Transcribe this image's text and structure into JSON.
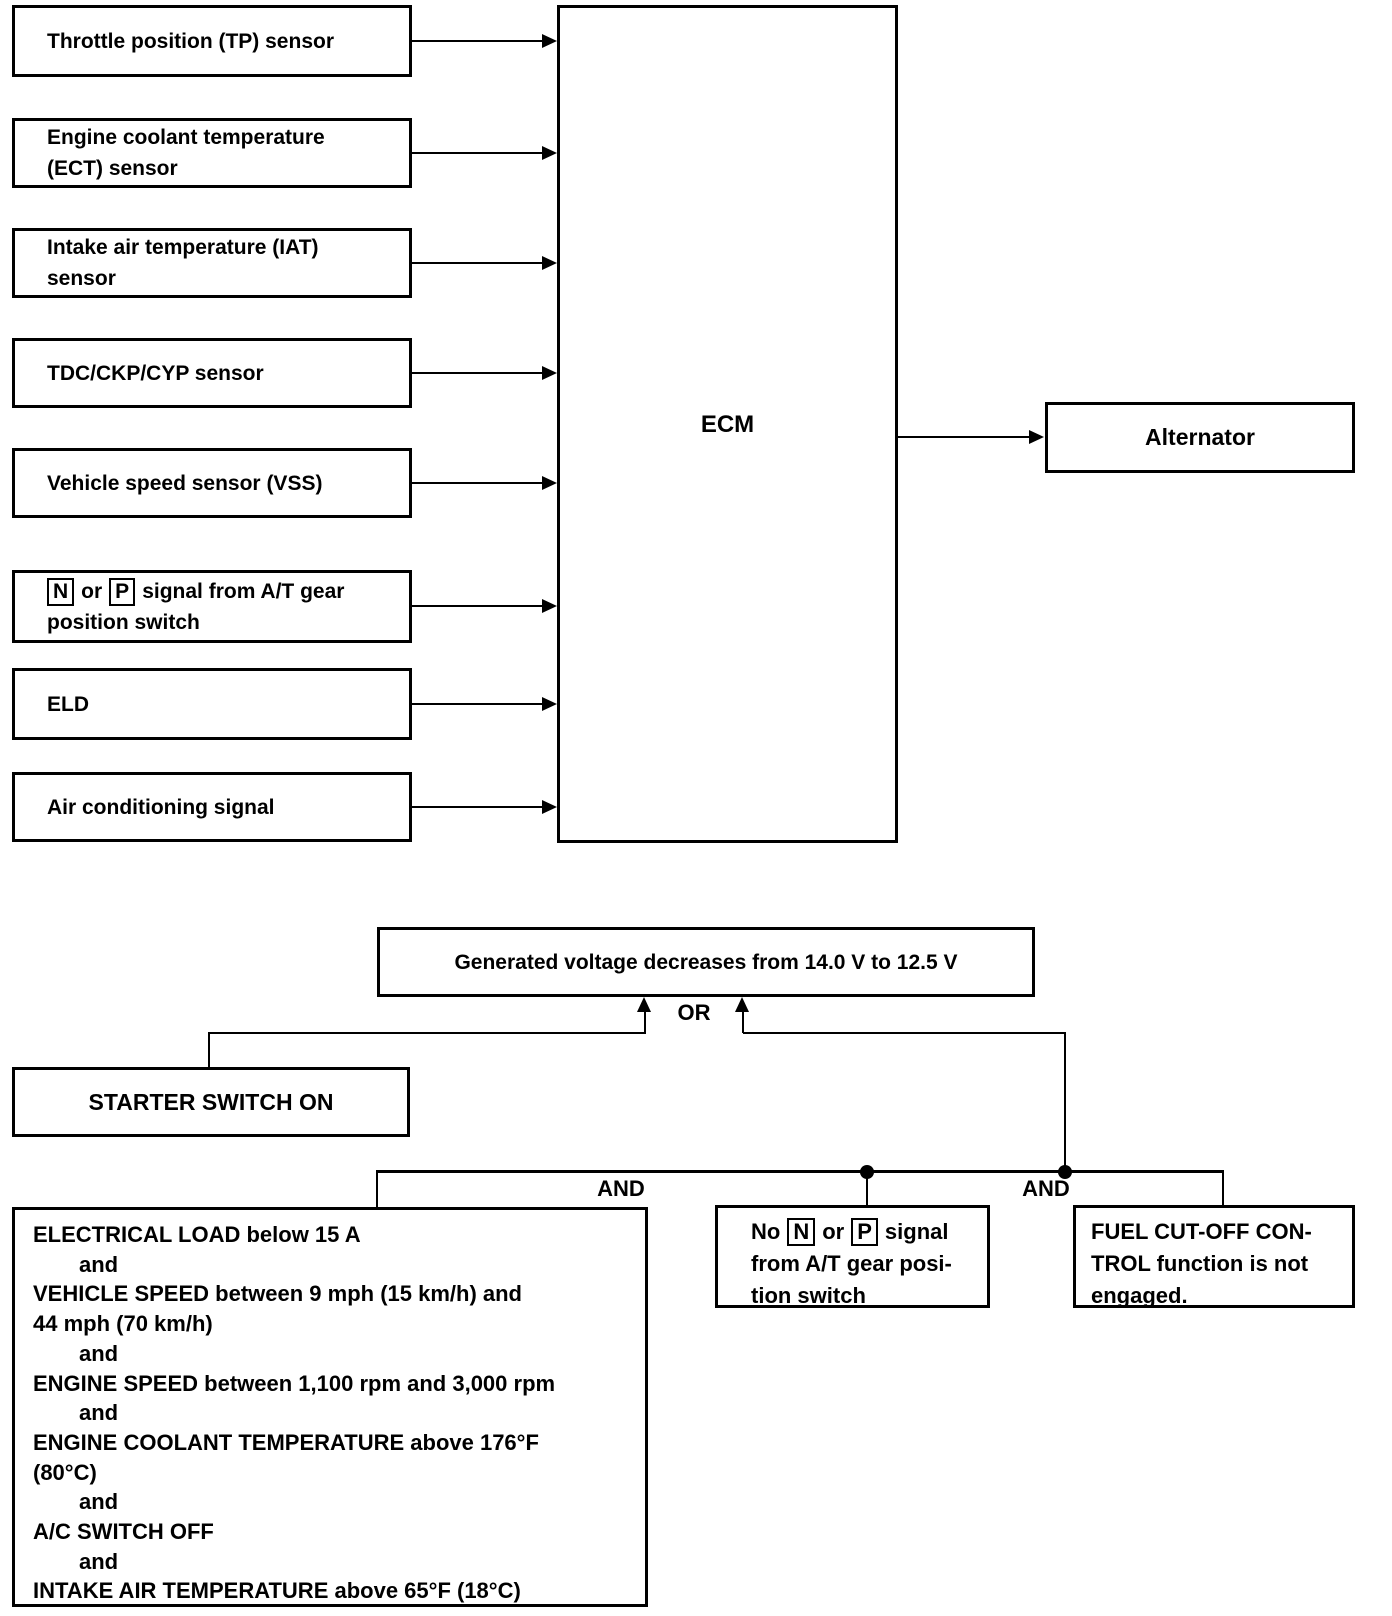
{
  "colors": {
    "ink": "#000000",
    "paper": "#ffffff"
  },
  "boxes": {
    "input_throttle": {
      "line1": "Throttle position (TP) sensor"
    },
    "input_ect": {
      "line1": "Engine coolant temperature",
      "line2": "(ECT) sensor"
    },
    "input_iat": {
      "line1": "Intake air temperature (IAT)",
      "line2": "sensor"
    },
    "input_tdc": {
      "line1": "TDC/CKP/CYP sensor"
    },
    "input_vss": {
      "line1": "Vehicle speed sensor (VSS)"
    },
    "input_at_gear": {
      "n": "N",
      "or_word": "or",
      "p": "P",
      "line1_rest": "signal from A/T gear",
      "line2": "position switch"
    },
    "input_eld": {
      "line1": "ELD"
    },
    "input_ac": {
      "line1": "Air conditioning signal"
    },
    "ecm": {
      "label": "ECM"
    },
    "alternator": {
      "label": "Alternator"
    },
    "result": {
      "label": "Generated voltage decreases from 14.0 V to 12.5 V"
    },
    "starter": {
      "label": "STARTER SWITCH ON"
    },
    "conditions": {
      "lines": [
        "ELECTRICAL LOAD below 15 A",
        "and",
        "VEHICLE SPEED between 9 mph (15 km/h) and",
        "44 mph (70 km/h)",
        "and",
        "ENGINE SPEED between 1,100 rpm and 3,000 rpm",
        "and",
        "ENGINE COOLANT TEMPERATURE above 176°F",
        "(80°C)",
        "and",
        "A/C SWITCH OFF",
        "and",
        "INTAKE AIR TEMPERATURE above 65°F (18°C)"
      ]
    },
    "np_signal": {
      "no_word": "No",
      "n": "N",
      "or_word": "or",
      "p": "P",
      "line1_rest": "signal",
      "line2": "from A/T gear posi-",
      "line3": "tion switch"
    },
    "fuel_cutoff": {
      "line1": "FUEL CUT-OFF CON-",
      "line2": "TROL function is not",
      "line3": "engaged."
    }
  },
  "connectors": {
    "or_label": "OR",
    "and_left_label": "AND",
    "and_right_label": "AND"
  }
}
